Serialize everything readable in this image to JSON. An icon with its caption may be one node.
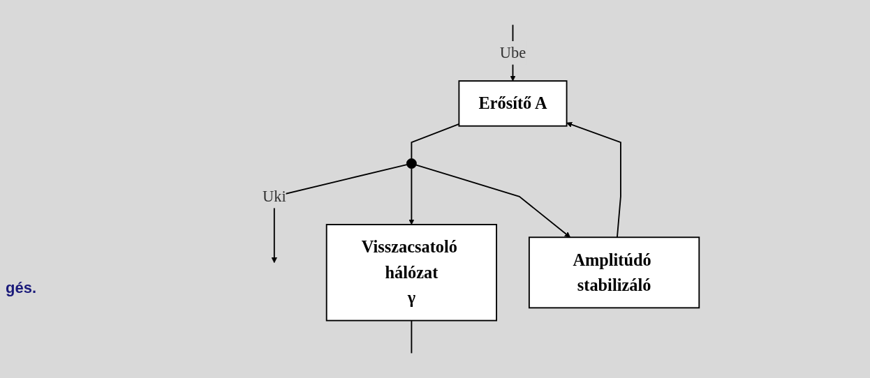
{
  "diagram": {
    "nodes": [
      {
        "text": [
          "Visszacsatoló hálózat",
          "γ"
        ]
      },
      {
        "text": [
          "Erősítő   A"
        ]
      },
      {
        "text": [
          "Amplitúdó stabilizáló"
        ]
      },
      {
        "text": [],
        "shape": "circle"
      }
    ],
    "edges": [
      {
        "from": 1,
        "to": 3,
        "arrow": "none"
      },
      {
        "from": 3,
        "to": null,
        "arrow": "to",
        "label": "Uki"
      },
      {
        "from": 3,
        "to": 0,
        "arrow": "to"
      },
      {
        "from": 3,
        "to": 2,
        "arrow": "to"
      },
      {
        "from": 2,
        "to": 1,
        "arrow": "to"
      },
      {
        "from": null,
        "to": 1,
        "arrow": "to",
        "label": "Ube"
      },
      {
        "from": 0,
        "to": null,
        "arrow": "none"
      }
    ],
    "labels": [
      "gés."
    ]
  }
}
